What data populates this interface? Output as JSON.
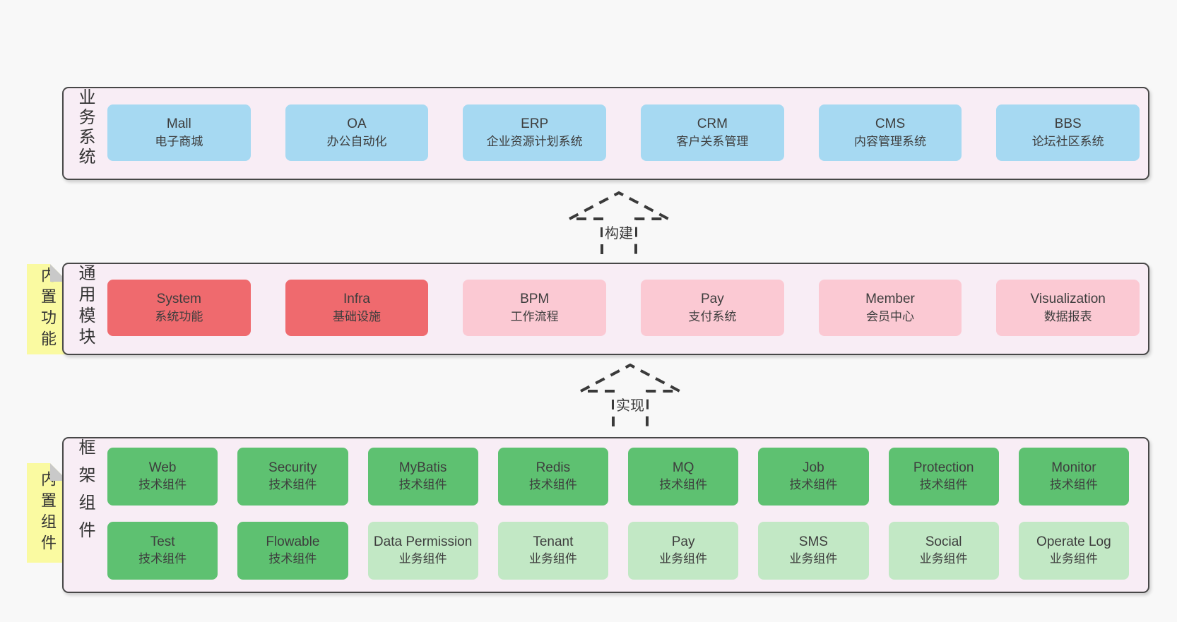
{
  "colors": {
    "page_bg": "#f8f8f8",
    "band_bg": "#f8edf5",
    "border": "#474747",
    "blue": "#a6d9f2",
    "red": "#ef6a6e",
    "pink": "#fbc9d3",
    "green": "#5ec171",
    "lightgreen": "#c2e8c5",
    "yellow": "#fafaa1",
    "fold_gray": "#c9c9c9",
    "arrow_stroke": "#3a3a3a"
  },
  "arrows": {
    "build_label": "构建",
    "implement_label": "实现"
  },
  "bands": [
    {
      "id": "business",
      "label": "业务系统",
      "tab": null,
      "rows": [
        [
          {
            "name": "Mall",
            "sub": "电子商城",
            "color": "blue"
          },
          {
            "name": "OA",
            "sub": "办公自动化",
            "color": "blue"
          },
          {
            "name": "ERP",
            "sub": "企业资源计划系统",
            "color": "blue"
          },
          {
            "name": "CRM",
            "sub": "客户关系管理",
            "color": "blue"
          },
          {
            "name": "CMS",
            "sub": "内容管理系统",
            "color": "blue"
          },
          {
            "name": "BBS",
            "sub": "论坛社区系统",
            "color": "blue"
          }
        ]
      ]
    },
    {
      "id": "modules",
      "label": "通用模块",
      "tab": "内置功能",
      "rows": [
        [
          {
            "name": "System",
            "sub": "系统功能",
            "color": "red"
          },
          {
            "name": "Infra",
            "sub": "基础设施",
            "color": "red"
          },
          {
            "name": "BPM",
            "sub": "工作流程",
            "color": "pink"
          },
          {
            "name": "Pay",
            "sub": "支付系统",
            "color": "pink"
          },
          {
            "name": "Member",
            "sub": "会员中心",
            "color": "pink"
          },
          {
            "name": "Visualization",
            "sub": "数据报表",
            "color": "pink"
          }
        ]
      ]
    },
    {
      "id": "components",
      "label": "框架组件",
      "tab": "内置组件",
      "rows": [
        [
          {
            "name": "Web",
            "sub": "技术组件",
            "color": "green"
          },
          {
            "name": "Security",
            "sub": "技术组件",
            "color": "green"
          },
          {
            "name": "MyBatis",
            "sub": "技术组件",
            "color": "green"
          },
          {
            "name": "Redis",
            "sub": "技术组件",
            "color": "green"
          },
          {
            "name": "MQ",
            "sub": "技术组件",
            "color": "green"
          },
          {
            "name": "Job",
            "sub": "技术组件",
            "color": "green"
          },
          {
            "name": "Protection",
            "sub": "技术组件",
            "color": "green"
          },
          {
            "name": "Monitor",
            "sub": "技术组件",
            "color": "green"
          }
        ],
        [
          {
            "name": "Test",
            "sub": "技术组件",
            "color": "green"
          },
          {
            "name": "Flowable",
            "sub": "技术组件",
            "color": "green"
          },
          {
            "name": "Data Permission",
            "sub": "业务组件",
            "color": "lightgreen"
          },
          {
            "name": "Tenant",
            "sub": "业务组件",
            "color": "lightgreen"
          },
          {
            "name": "Pay",
            "sub": "业务组件",
            "color": "lightgreen"
          },
          {
            "name": "SMS",
            "sub": "业务组件",
            "color": "lightgreen"
          },
          {
            "name": "Social",
            "sub": "业务组件",
            "color": "lightgreen"
          },
          {
            "name": "Operate Log",
            "sub": "业务组件",
            "color": "lightgreen"
          }
        ]
      ]
    }
  ]
}
